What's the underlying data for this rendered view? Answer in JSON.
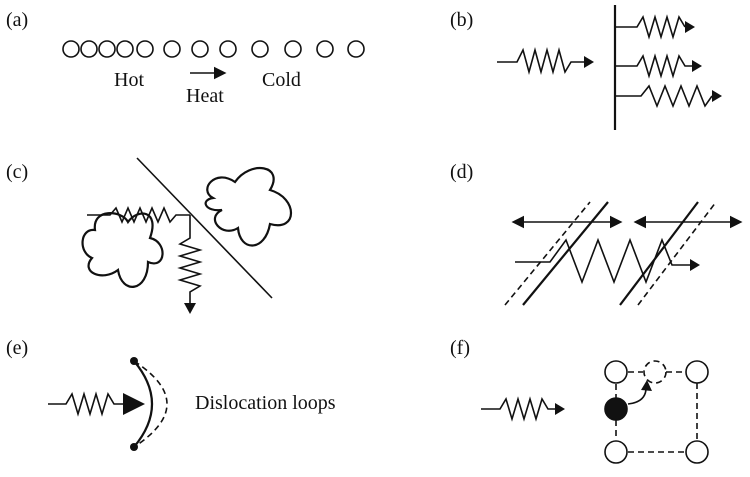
{
  "panels": {
    "a": {
      "label": "(a)",
      "hot": "Hot",
      "heat": "Heat",
      "cold": "Cold"
    },
    "b": {
      "label": "(b)"
    },
    "c": {
      "label": "(c)"
    },
    "d": {
      "label": "(d)"
    },
    "e": {
      "label": "(e)",
      "caption": "Dislocation loops"
    },
    "f": {
      "label": "(f)"
    }
  }
}
